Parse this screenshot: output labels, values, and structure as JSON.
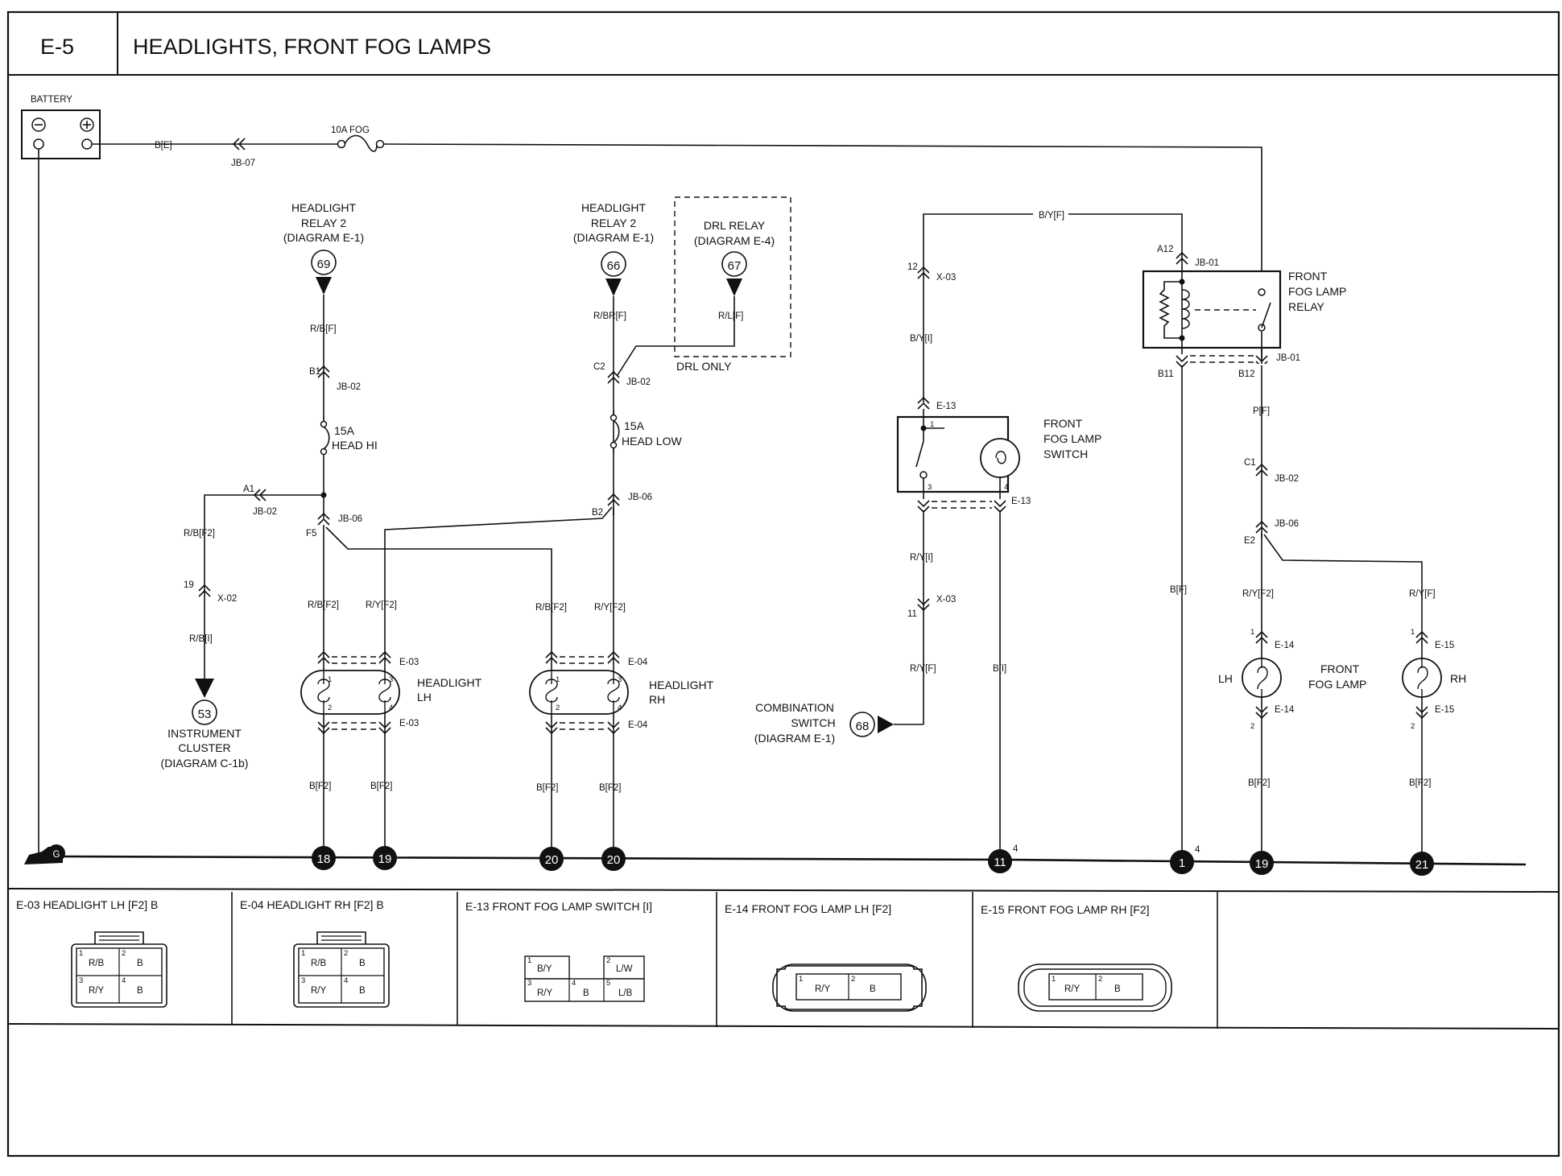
{
  "header": {
    "code": "E-5",
    "title": "HEADLIGHTS, FRONT FOG LAMPS"
  },
  "battery": {
    "label": "BATTERY",
    "wire": "B[E]",
    "junction": "JB-07"
  },
  "fuse_fog": {
    "label": "10A FOG"
  },
  "hl_relay_hi": {
    "line1": "HEADLIGHT",
    "line2": "RELAY 2",
    "line3": "(DIAGRAM  E-1)",
    "ref": "69",
    "wire": "R/B[F]",
    "pin": "B1",
    "jb": "JB-02"
  },
  "fuse_hi": {
    "line1": "15A",
    "line2": "HEAD HI"
  },
  "hi_branch": {
    "pin_a1": "A1",
    "jb02": "JB-02",
    "jb06": "JB-06",
    "pin_f5": "F5",
    "wire_x": "R/B[F2]",
    "pin_19": "19",
    "x02": "X-02",
    "wire_cluster": "R/B[I]"
  },
  "instrument_cluster": {
    "ref": "53",
    "line1": "INSTRUMENT",
    "line2": "CLUSTER",
    "line3": "(DIAGRAM  C-1b)"
  },
  "hl_relay_lo": {
    "line1": "HEADLIGHT",
    "line2": "RELAY 2",
    "line3": "(DIAGRAM  E-1)",
    "ref": "66",
    "wire": "R/BR[F]",
    "pin": "C2",
    "jb": "JB-02"
  },
  "drl_relay": {
    "line1": "DRL RELAY",
    "line2": "(DIAGRAM  E-4)",
    "ref": "67",
    "wire": "R/L[F]",
    "note": "DRL ONLY"
  },
  "fuse_lo": {
    "line1": "15A",
    "line2": "HEAD LOW"
  },
  "lo_branch": {
    "jb06": "JB-06",
    "pin_b2": "B2"
  },
  "headlight_lh": {
    "label1": "HEADLIGHT",
    "label2": "LH",
    "conn": "E-03",
    "wire1": "R/B[F2]",
    "wire3": "R/Y[F2]",
    "gnd1": "B[F2]",
    "gnd2": "B[F2]",
    "p1": "1",
    "p2": "2",
    "p3": "3",
    "p4": "4"
  },
  "headlight_rh": {
    "label1": "HEADLIGHT",
    "label2": "RH",
    "conn": "E-04",
    "wire1": "R/B[F2]",
    "wire3": "R/Y[F2]",
    "gnd1": "B[F2]",
    "gnd2": "B[F2]",
    "p1": "1",
    "p2": "2",
    "p3": "3",
    "p4": "4"
  },
  "fog_switch": {
    "line1": "FRONT",
    "line2": "FOG LAMP",
    "line3": "SWITCH",
    "conn": "E-13",
    "wire_top": "B/Y[F]",
    "pin_12": "12",
    "x03": "X-03",
    "wire_in": "B/Y[I]",
    "wire_out": "R/Y[I]",
    "pin_11": "11",
    "wire_comb": "R/Y[F]",
    "wire_gnd": "B[I]",
    "p1": "1",
    "p3": "3",
    "p4": "4"
  },
  "combination_switch": {
    "line1": "COMBINATION",
    "line2": "SWITCH",
    "line3": "(DIAGRAM  E-1)",
    "ref": "68"
  },
  "fog_relay": {
    "line1": "FRONT",
    "line2": "FOG LAMP",
    "line3": "RELAY",
    "pin_a12": "A12",
    "jb01": "JB-01",
    "pin_b11": "B11",
    "pin_b12": "B12",
    "wire_out": "P[F]",
    "pin_c1": "C1",
    "jb02": "JB-02",
    "jb06": "JB-06",
    "pin_e2": "E2",
    "wire_gnd": "B[F]"
  },
  "fog_lamps": {
    "label1": "FRONT",
    "label2": "FOG LAMP",
    "lh": "LH",
    "rh": "RH",
    "conn_lh": "E-14",
    "conn_rh": "E-15",
    "wire_lh": "R/Y[F2]",
    "wire_rh": "R/Y[F]",
    "gnd_lh": "B[F2]",
    "gnd_rh": "B[F2]",
    "p1": "1",
    "p2": "2"
  },
  "grounds": {
    "g": "G",
    "g18": "18",
    "g19a": "19",
    "g20a": "20",
    "g20b": "20",
    "g11": "11",
    "g1": "1",
    "g19b": "19",
    "g21": "21",
    "sup4": "4"
  },
  "connectors": [
    {
      "title": "E-03 HEADLIGHT LH [F2] B",
      "pins": [
        "R/B",
        "B",
        "R/Y",
        "B"
      ]
    },
    {
      "title": "E-04 HEADLIGHT RH [F2] B",
      "pins": [
        "R/B",
        "B",
        "R/Y",
        "B"
      ]
    },
    {
      "title": "E-13 FRONT FOG LAMP SWITCH [I]",
      "pins": [
        "B/Y",
        "L/W",
        "R/Y",
        "B",
        "L/B"
      ]
    },
    {
      "title": "E-14 FRONT FOG LAMP LH [F2]",
      "pins": [
        "R/Y",
        "B"
      ]
    },
    {
      "title": "E-15 FRONT FOG LAMP RH [F2]",
      "pins": [
        "R/Y",
        "B"
      ]
    }
  ]
}
